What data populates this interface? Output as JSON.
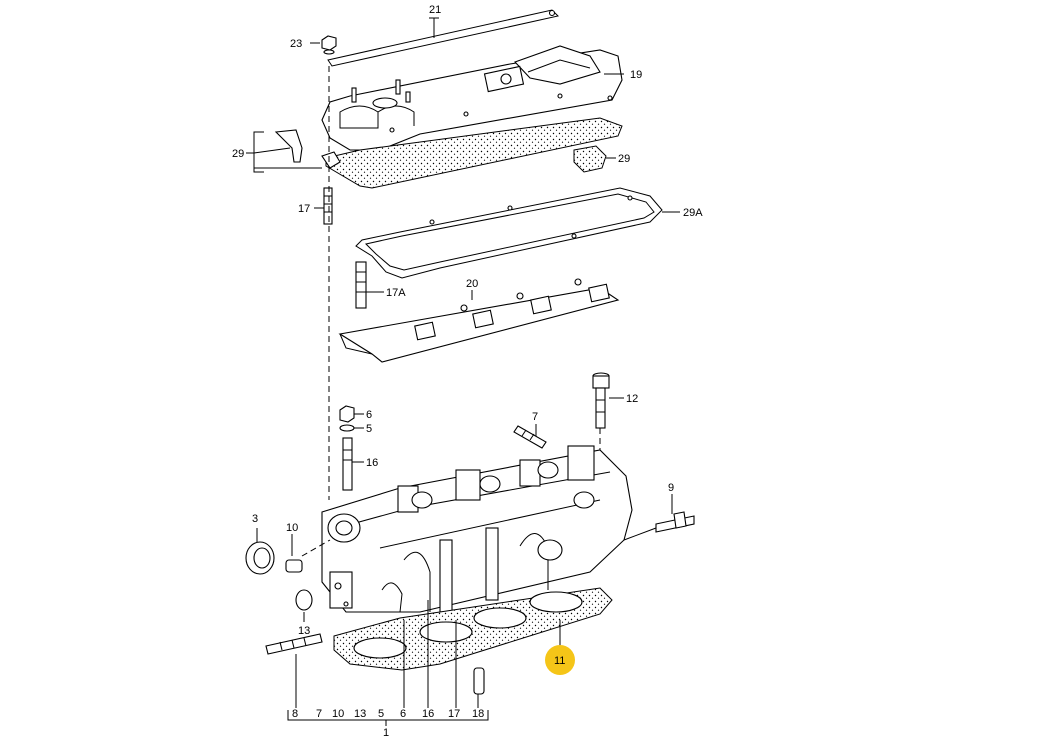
{
  "callouts": {
    "c21": "21",
    "c23": "23",
    "c19": "19",
    "c29a": "29",
    "c29b": "29",
    "c29A": "29A",
    "c17": "17",
    "c17A": "17A",
    "c20": "20",
    "c6": "6",
    "c5": "5",
    "c16": "16",
    "c7": "7",
    "c12": "12",
    "c9": "9",
    "c3": "3",
    "c10": "10",
    "c13": "13",
    "c11": "11"
  },
  "bottom_row": [
    "8",
    "7",
    "10",
    "13",
    "5",
    "6",
    "16",
    "17",
    "18"
  ],
  "assembly_number": "1",
  "highlighted_part": "11",
  "colors": {
    "highlight": "#f5c518",
    "line": "#000000",
    "background": "#ffffff"
  }
}
